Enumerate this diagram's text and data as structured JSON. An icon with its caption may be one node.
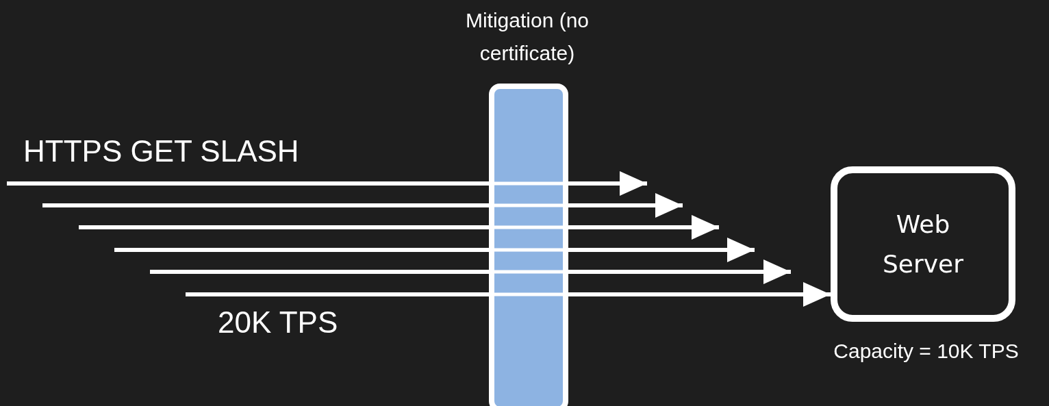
{
  "diagram": {
    "nodes": [
      {
        "text": [
          "Mitigation (no certificate)"
        ]
      },
      {
        "text": [
          "Web Server"
        ],
        "beside": [
          "Capacity = 10K TPS"
        ]
      }
    ],
    "edges": [
      {
        "from": null,
        "to": 0,
        "arrow": "none"
      },
      {
        "from": null,
        "to": 0,
        "arrow": "none"
      },
      {
        "from": null,
        "to": 0,
        "arrow": "none"
      },
      {
        "from": null,
        "to": 0,
        "arrow": "none"
      },
      {
        "from": null,
        "to": 0,
        "arrow": "none"
      },
      {
        "from": null,
        "to": 0,
        "arrow": "none"
      },
      {
        "from": 0,
        "to": null,
        "arrow": "to"
      },
      {
        "from": 0,
        "to": null,
        "arrow": "to"
      },
      {
        "from": 0,
        "to": null,
        "arrow": "to"
      },
      {
        "from": 0,
        "to": null,
        "arrow": "to"
      },
      {
        "from": 0,
        "to": null,
        "arrow": "to"
      },
      {
        "from": 0,
        "to": 1,
        "arrow": "to"
      }
    ],
    "labels": [
      "HTTPS GET SLASH",
      "20K TPS"
    ]
  }
}
